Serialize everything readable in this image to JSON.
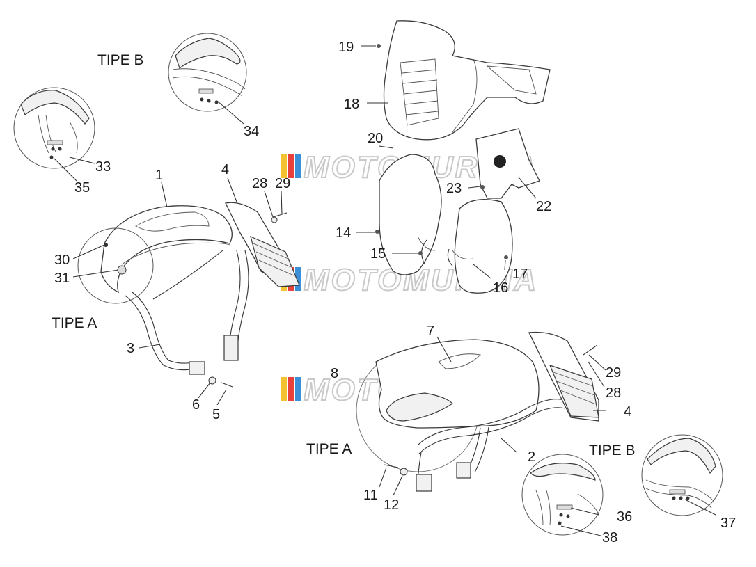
{
  "diagram": {
    "part_labels": [
      "1",
      "2",
      "3",
      "4",
      "4",
      "5",
      "6",
      "7",
      "8",
      "11",
      "12",
      "14",
      "15",
      "16",
      "17",
      "18",
      "19",
      "20",
      "22",
      "23",
      "28",
      "28",
      "29",
      "29",
      "30",
      "31",
      "33",
      "34",
      "35",
      "36",
      "37",
      "38"
    ],
    "type_labels": {
      "tipe_b_top_left": "TIPE B",
      "tipe_a_left": "TIPE A",
      "tipe_a_bottom": "TIPE A",
      "tipe_b_bottom_right": "TIPE B"
    },
    "watermark": "MOTOMURCIA",
    "watermark_colors": [
      "#f2c230",
      "#e8403a",
      "#3a8fd8",
      "#6cbf4a"
    ]
  }
}
